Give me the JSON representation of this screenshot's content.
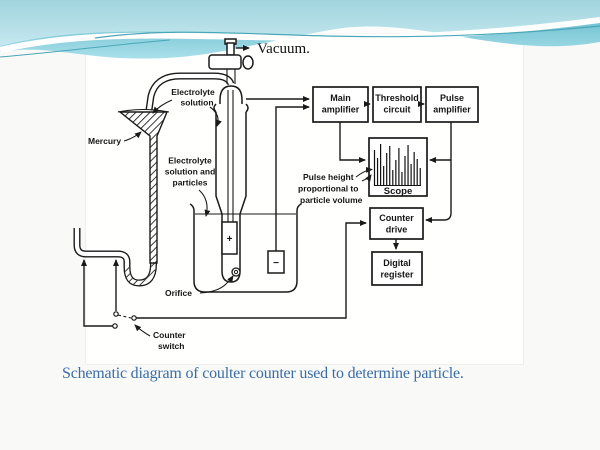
{
  "slide": {
    "caption": "Schematic diagram of coulter counter used to determine particle.",
    "caption_color": "#3a6da6",
    "background": "#f9f9f8",
    "wave": {
      "teal_top": "#55b1c4",
      "teal_bottom": "#a9e0ea",
      "line_color": "#49a7b8"
    }
  },
  "diagram": {
    "ink": "#1a1a1a",
    "labels": {
      "vacuum": "Vacuum.",
      "electrolyte_solution": [
        "Electrolyte",
        "solution"
      ],
      "mercury": "Mercury",
      "electrolyte_particles": [
        "Electrolyte",
        "solution and",
        "particles"
      ],
      "orifice": "Orifice",
      "counter_switch": [
        "Counter",
        "switch"
      ],
      "pulse_height": [
        "Pulse height",
        "proportional to",
        "particle volume"
      ],
      "scope": "Scope",
      "positive_electrode": "+",
      "negative_electrode": "−"
    },
    "boxes": {
      "main_amplifier": [
        "Main",
        "amplifier"
      ],
      "threshold_circuit": [
        "Threshold",
        "circuit"
      ],
      "pulse_amplifier": [
        "Pulse",
        "amplifier"
      ],
      "counter_drive": [
        "Counter",
        "drive"
      ],
      "digital_register": [
        "Digital",
        "register"
      ]
    },
    "scope_pulse_heights": [
      36,
      28,
      42,
      20,
      33,
      40,
      16,
      26,
      38,
      14,
      30,
      41,
      22,
      34,
      27,
      18
    ]
  }
}
